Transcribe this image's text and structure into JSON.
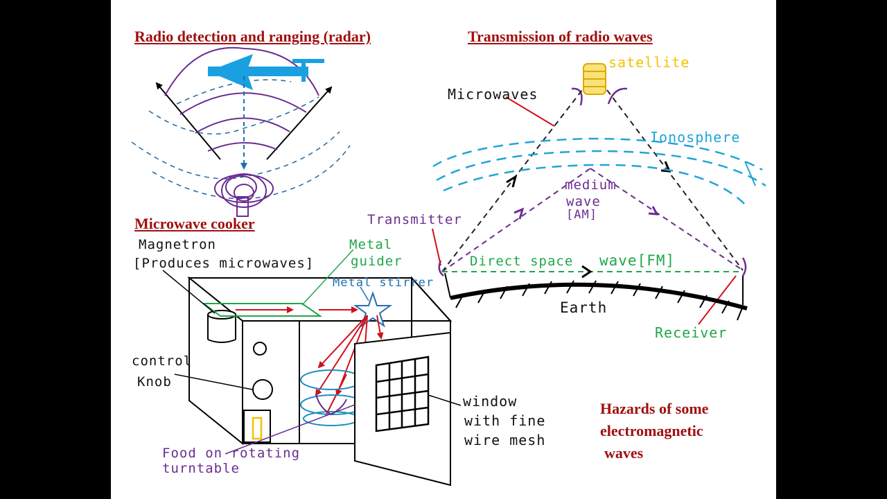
{
  "titles": {
    "radar": "Radio detection and ranging (radar)",
    "transmission": "Transmission of radio waves",
    "microwave": "Microwave cooker"
  },
  "transmission_labels": {
    "satellite": "satellite",
    "microwaves": "Microwaves",
    "ionosphere": "Ionosphere",
    "medium_wave_1": "medium",
    "medium_wave_2": "wave",
    "medium_wave_3": "[AM]",
    "transmitter": "Transmitter",
    "direct_space_wave_1": "Direct space",
    "direct_space_wave_2": "wave[FM]",
    "earth": "Earth",
    "receiver": "Receiver"
  },
  "cooker_labels": {
    "magnetron_1": "Magnetron",
    "magnetron_2": "[Produces microwaves]",
    "metal_guider_1": "Metal",
    "metal_guider_2": "guider",
    "metal_stirrer": "Metal stirrer",
    "control_knob_1": "control",
    "control_knob_2": "Knob",
    "window_1": "window",
    "window_2": "with fine",
    "window_3": "wire mesh",
    "food_1": "Food on rotating",
    "food_2": "turntable"
  },
  "hazards": {
    "line1": "Hazards of some",
    "line2": "electromagnetic",
    "line3": "waves"
  },
  "colors": {
    "title": "#a01010",
    "purple": "#6a2c91",
    "blue": "#1ea5d8",
    "green": "#1fa64a",
    "red": "#d0101a",
    "yellow": "#f2c200",
    "radar_dish": "#1aa0e0"
  }
}
